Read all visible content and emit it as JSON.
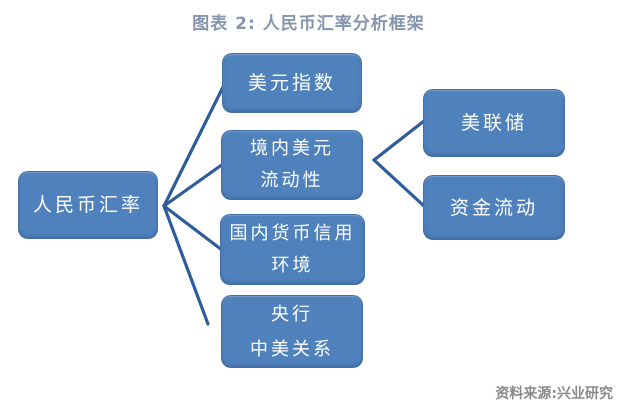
{
  "title": "图表 2:  人民币汇率分析框架",
  "footer": {
    "source_label": "资料来源:兴业研究"
  },
  "colors": {
    "box_fill": "#4F81BD",
    "box_text": "#FFFFFF",
    "connector_line": "#2E5B9C",
    "title_text": "#8795AC",
    "footer_text": "#8A8A8A",
    "background": "#FFFFFF"
  },
  "diagram": {
    "type": "tree-diagram",
    "root": {
      "label": "人民币汇率"
    },
    "level2": [
      {
        "label": "美元指数",
        "lines": [
          "美元指数"
        ]
      },
      {
        "label": "境内美元流动性",
        "lines": [
          "境内美元",
          "流动性"
        ]
      },
      {
        "label": "国内货币信用环境",
        "lines": [
          "国内货币信用",
          "环境"
        ]
      },
      {
        "label": "央行 中美关系",
        "lines": [
          "央行",
          "中美关系"
        ]
      }
    ],
    "level3": [
      {
        "label": "美联储",
        "parent": "境内美元流动性"
      },
      {
        "label": "资金流动",
        "parent": "境内美元流动性"
      }
    ]
  }
}
